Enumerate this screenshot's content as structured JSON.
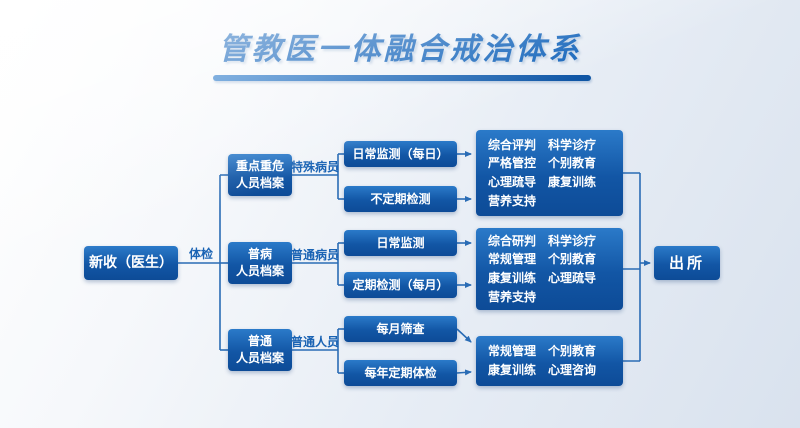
{
  "title": "管教医一体融合戒治体系",
  "start": {
    "label": "新收（医生）",
    "edge_label": "体检"
  },
  "end": {
    "label": "出所"
  },
  "branches": [
    {
      "file": "重点重危\n人员档案",
      "edge": "特殊病员",
      "check1": "日常监测（每日）",
      "check2": "不定期检测",
      "measures": "综合评判　科学诊疗\n严格管控　个别教育\n心理疏导　康复训练\n营养支持"
    },
    {
      "file": "普病\n人员档案",
      "edge": "普通病员",
      "check1": "日常监测",
      "check2": "定期检测（每月）",
      "measures": "综合研判　科学诊疗\n常规管理　个别教育\n康复训练　心理疏导\n营养支持"
    },
    {
      "file": "普通\n人员档案",
      "edge": "普通人员",
      "check1": "每月筛查",
      "check2": "每年定期体检",
      "measures": "常规管理　个别教育\n康复训练　心理咨询"
    }
  ],
  "colors": {
    "box_blue_top": "#2b7ac9",
    "box_blue_bottom": "#0d4b97",
    "line_blue": "#2a6cb5",
    "title_blue": "#1565bb",
    "label_blue": "#1a63b4"
  }
}
